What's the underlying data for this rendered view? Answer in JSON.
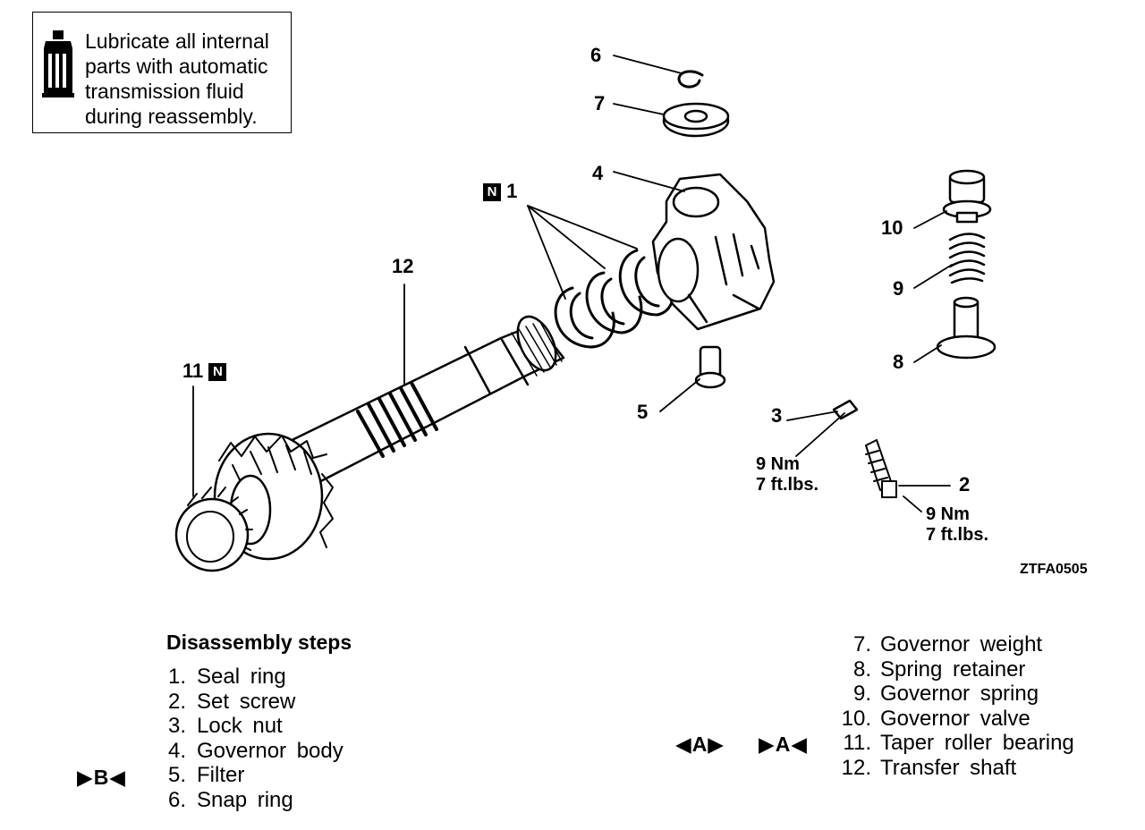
{
  "note": {
    "lines": [
      "Lubricate all internal",
      "parts with automatic",
      "transmission fluid",
      "during reassembly."
    ]
  },
  "callouts": {
    "c1": "1",
    "c2": "2",
    "c3": "3",
    "c4": "4",
    "c5": "5",
    "c6": "6",
    "c7": "7",
    "c8": "8",
    "c9": "9",
    "c10": "10",
    "c11": "11",
    "c12": "12",
    "new_part_mark": "N"
  },
  "torque": {
    "lock_nut": [
      "9 Nm",
      "7 ft.lbs."
    ],
    "set_screw": [
      "9 Nm",
      "7 ft.lbs."
    ]
  },
  "figure_code": "ZTFA0505",
  "steps": {
    "title": "Disassembly steps",
    "left": [
      {
        "num": "1.",
        "label": "Seal ring"
      },
      {
        "num": "2.",
        "label": "Set screw"
      },
      {
        "num": "3.",
        "label": "Lock nut"
      },
      {
        "num": "4.",
        "label": "Governor body"
      },
      {
        "num": "5.",
        "label": "Filter"
      },
      {
        "num": "6.",
        "label": "Snap ring"
      }
    ],
    "right": [
      {
        "num": "7.",
        "label": "Governor weight"
      },
      {
        "num": "8.",
        "label": "Spring retainer"
      },
      {
        "num": "9.",
        "label": "Governor spring"
      },
      {
        "num": "10.",
        "label": "Governor valve"
      },
      {
        "num": "11.",
        "label": "Taper roller bearing"
      },
      {
        "num": "12.",
        "label": "Transfer shaft"
      }
    ]
  },
  "markers": {
    "filter": "▶B◀",
    "bearing_removal": "◀A▶",
    "bearing_install": "▶A◀"
  }
}
